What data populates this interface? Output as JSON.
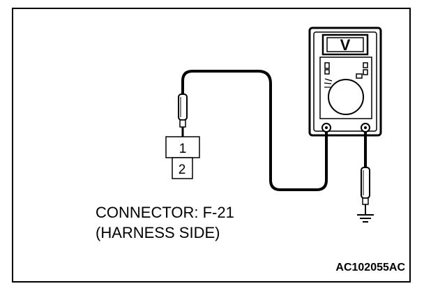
{
  "meter": {
    "display_text": "V"
  },
  "connector": {
    "pin_top": "1",
    "pin_bottom": "2",
    "name": "CONNECTOR: F-21",
    "side": "(HARNESS SIDE)"
  },
  "figure_code": "AC102055AC"
}
